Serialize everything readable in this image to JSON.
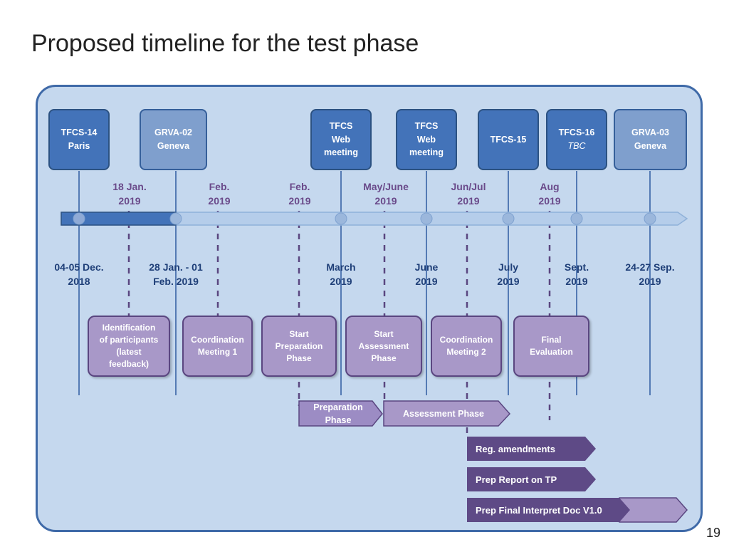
{
  "title": "Proposed timeline for the test phase",
  "page_number": "19",
  "meetings": [
    {
      "id": "tfcs14",
      "lines": [
        "TFCS-14",
        "Paris"
      ],
      "style": "dark"
    },
    {
      "id": "grva02",
      "lines": [
        "GRVA-02",
        "Geneva"
      ],
      "style": "light"
    },
    {
      "id": "tfcsweb1",
      "lines": [
        "TFCS",
        "Web",
        "meeting"
      ],
      "style": "dark"
    },
    {
      "id": "tfcsweb2",
      "lines": [
        "TFCS",
        "Web",
        "meeting"
      ],
      "style": "dark"
    },
    {
      "id": "tfcs15",
      "lines": [
        "TFCS-15"
      ],
      "style": "dark"
    },
    {
      "id": "tfcs16",
      "lines": [
        "TFCS-16"
      ],
      "sub": "TBC",
      "style": "dark"
    },
    {
      "id": "grva03",
      "lines": [
        "GRVA-03",
        "Geneva"
      ],
      "style": "light"
    }
  ],
  "top_dates": [
    {
      "lines": [
        "18 Jan.",
        "2019"
      ]
    },
    {
      "lines": [
        "Feb.",
        "2019"
      ]
    },
    {
      "lines": [
        "Feb.",
        "2019"
      ]
    },
    {
      "lines": [
        "May/June",
        "2019"
      ]
    },
    {
      "lines": [
        "Jun/Jul",
        "2019"
      ]
    },
    {
      "lines": [
        "Aug",
        "2019"
      ]
    }
  ],
  "bottom_dates": [
    {
      "lines": [
        "04-05 Dec.",
        "2018"
      ]
    },
    {
      "lines": [
        "28 Jan. - 01",
        "Feb. 2019"
      ]
    },
    {
      "lines": [
        "March",
        "2019"
      ]
    },
    {
      "lines": [
        "June",
        "2019"
      ]
    },
    {
      "lines": [
        "July",
        "2019"
      ]
    },
    {
      "lines": [
        "Sept.",
        "2019"
      ]
    },
    {
      "lines": [
        "24-27 Sep.",
        "2019"
      ]
    }
  ],
  "events": [
    {
      "lines": [
        "Identification",
        "of participants",
        "(latest",
        "feedback)"
      ]
    },
    {
      "lines": [
        "Coordination",
        "Meeting 1"
      ]
    },
    {
      "lines": [
        "Start",
        "Preparation",
        "Phase"
      ]
    },
    {
      "lines": [
        "Start",
        "Assessment",
        "Phase"
      ]
    },
    {
      "lines": [
        "Coordination",
        "Meeting 2"
      ]
    },
    {
      "lines": [
        "Final",
        "Evaluation"
      ]
    }
  ],
  "phases": {
    "preparation": {
      "lines": [
        "Preparation",
        "Phase"
      ]
    },
    "assessment": {
      "label": "Assessment Phase"
    }
  },
  "tasks": [
    {
      "label": "Reg. amendments"
    },
    {
      "label": "Prep Report on TP"
    },
    {
      "label": "Prep Final Interpret Doc V1.0"
    }
  ],
  "colors": {
    "panel_bg": "#c5d8ee",
    "panel_border": "#3f6aa8",
    "meeting_dark": "#4373b9",
    "meeting_light": "#7f9fcd",
    "event_fill": "#a898c8",
    "phase_fill": "#9c8cc4",
    "task_fill": "#5e4a86",
    "top_date_text": "#6a4a8a",
    "bottom_date_text": "#1f3f78",
    "timeline_progress": "#4373b9",
    "timeline_rest": "#b5cdea"
  }
}
